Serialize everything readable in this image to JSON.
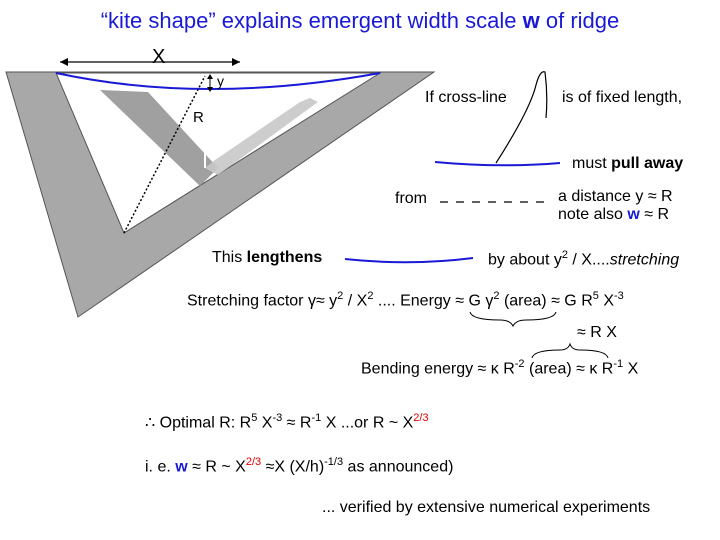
{
  "title": {
    "pre": "“kite shape” explains emergent width scale ",
    "w": "w",
    "post": " of ridge"
  },
  "diagram": {
    "x_label": "X",
    "y_label": "y",
    "r_label": "R"
  },
  "lines": {
    "cross_line_pre": "If cross-line",
    "cross_line_post": "is of fixed length,",
    "must": "must ",
    "pull_away": "pull away",
    "from": "from",
    "distance": "a distance y ≈ R",
    "note_pre": "note also ",
    "note_w": "w",
    "note_post": " ≈ R",
    "this": "This ",
    "lengthens": "lengthens",
    "by_about_pre": "by about y",
    "by_about_exp": "2",
    "by_about_mid": " / X....",
    "stretching": "stretching",
    "stretch_factor_pre": "Stretching factor γ≈ y",
    "stretch_exp1": "2",
    "stretch_mid": " / X",
    "stretch_exp2": "2",
    "energy_pre": " .... Energy ≈ G γ",
    "energy_exp1": "2",
    "energy_area": " (area) ≈ G R",
    "energy_exp2": "5",
    "energy_x": " X",
    "energy_exp3": "-3",
    "area_approx": "≈ R X",
    "bending_pre": "Bending energy ≈ κ R",
    "bending_exp1": "-2",
    "bending_mid": " (area) ≈ κ R",
    "bending_exp2": "-1",
    "bending_post": " X",
    "optimal_pre": "∴  Optimal R:  R",
    "optimal_exp1": "5",
    "optimal_x1": " X",
    "optimal_exp2": "-3",
    "optimal_mid": " ≈ R",
    "optimal_exp3": "-1",
    "optimal_mid2": " X  ...or  R  ~  X",
    "optimal_exp4": "2/3",
    "ie_pre": "i. e. ",
    "ie_w": "w",
    "ie_mid": " ≈  R ~  X",
    "ie_exp1": "2/3",
    "ie_mid2": " ≈X (X/h)",
    "ie_exp2": "-1/3",
    "ie_post": " as announced)",
    "verified": "... verified by extensive numerical experiments"
  }
}
